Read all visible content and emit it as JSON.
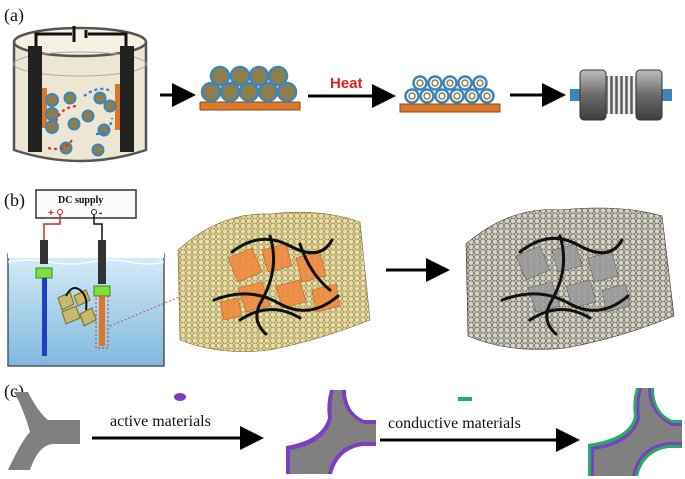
{
  "panels": {
    "a": {
      "label": "(a)",
      "heat_label": "Heat"
    },
    "b": {
      "label": "(b)",
      "supply_label": "DC supply",
      "plus": "+",
      "minus": "-"
    },
    "c": {
      "label": "(c)",
      "active_label": "active materials",
      "conductive_label": "conductive materials"
    }
  },
  "colors": {
    "electrode_dark": "#222222",
    "electrode_orange": "#d9772a",
    "particle_fill": "#8f7d4a",
    "particle_ring": "#3d86b8",
    "heat_red": "#e02020",
    "water_blue": "#bfe0f2",
    "clamp_green": "#7ee03a",
    "graphene": "#c9b96a",
    "active_purple": "#7d3fc2",
    "conductive_green": "#22b060",
    "fiber_gray": "#808080"
  },
  "icons": [
    "arrow-right-icon",
    "battery-cell-icon",
    "plus-terminal-icon",
    "minus-terminal-icon"
  ]
}
